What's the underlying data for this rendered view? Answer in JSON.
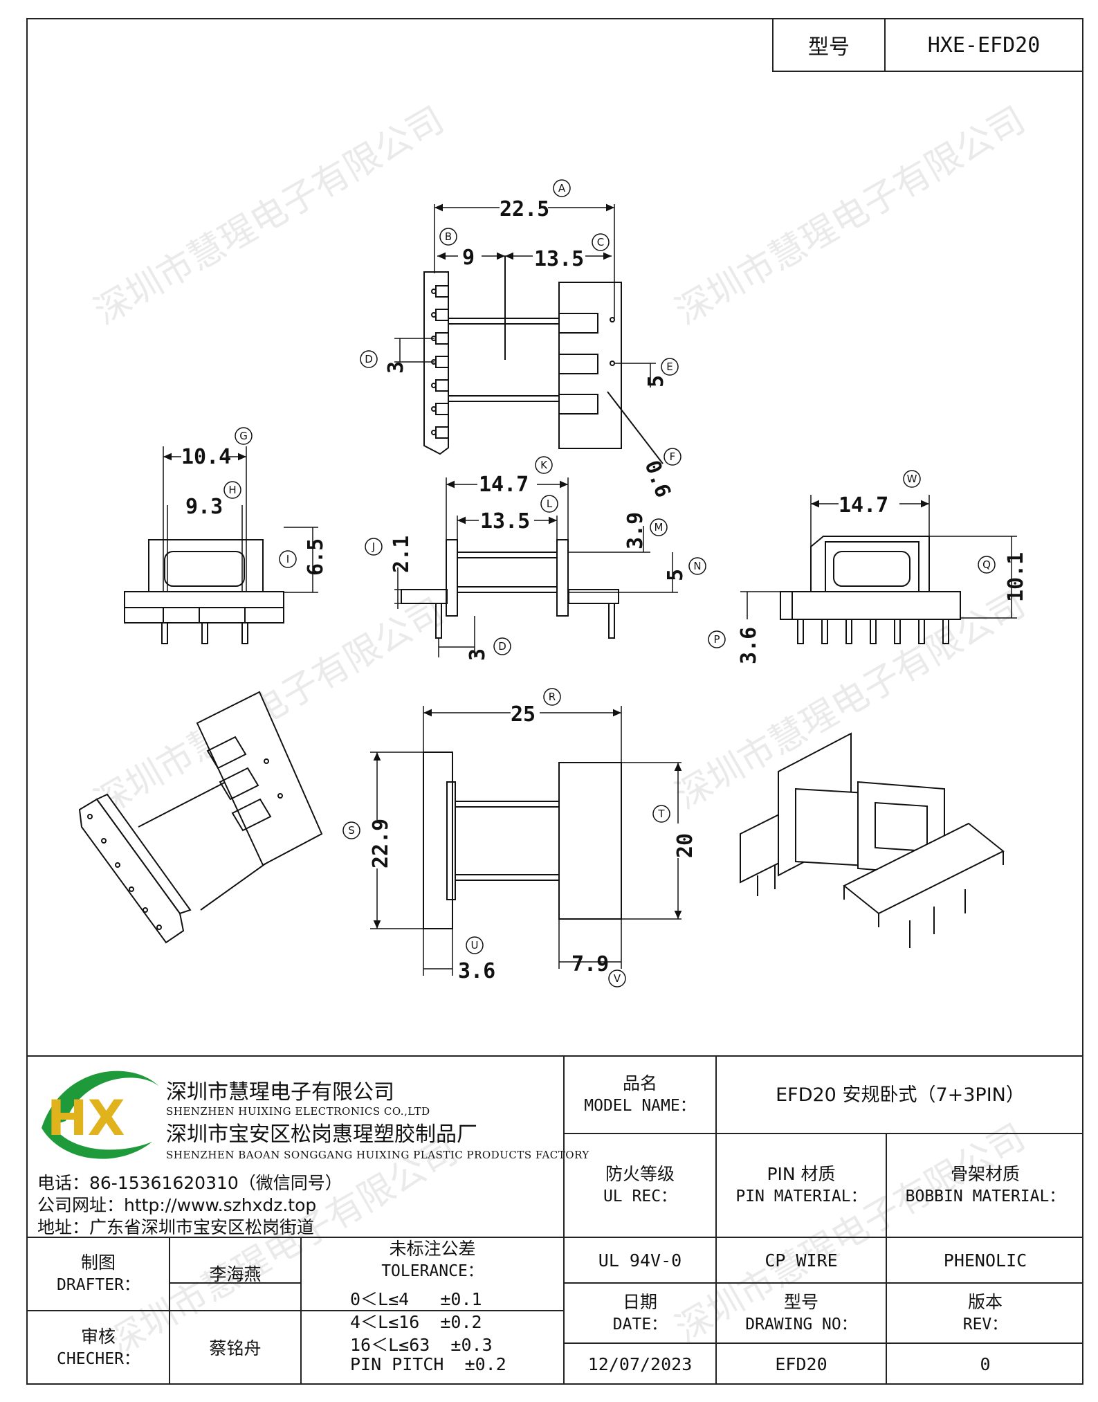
{
  "header": {
    "type_label": "型号",
    "type_value": "HXE-EFD20"
  },
  "watermark": "深圳市慧瑆电子有限公司",
  "dimensions": {
    "A": "22.5",
    "B": "9",
    "C": "13.5",
    "D": "3",
    "E": "5",
    "F": "0.6",
    "G": "10.4",
    "H": "9.3",
    "I": "6.5",
    "J": "2.1",
    "K": "14.7",
    "L": "13.5",
    "M": "3.9",
    "N": "5",
    "D2": "3",
    "W": "14.7",
    "Q": "10.1",
    "P": "3.6",
    "R": "25",
    "S": "22.9",
    "T": "20",
    "U": "3.6",
    "V": "7.9"
  },
  "bubbles": [
    "A",
    "B",
    "C",
    "D",
    "E",
    "F",
    "G",
    "H",
    "I",
    "J",
    "K",
    "L",
    "M",
    "N",
    "D",
    "W",
    "Q",
    "P",
    "R",
    "S",
    "T",
    "U",
    "V"
  ],
  "company": {
    "name_cn": "深圳市慧瑆电子有限公司",
    "name_en": "SHENZHEN HUIXING ELECTRONICS CO.,LTD",
    "factory_cn": "深圳市宝安区松岗惠瑆塑胶制品厂",
    "factory_en": "SHENZHEN BAOAN SONGGANG HUIXING PLASTIC PRODUCTS FACTORY",
    "phone": "电话：86-15361620310（微信同号）",
    "website": "公司网址：http://www.szhxdz.top",
    "address": "地址：广东省深圳市宝安区松岗街道",
    "logo_text": "HX",
    "logo_colors": {
      "green": "#1f9a3a",
      "yellow": "#e0b21c",
      "light": "#8cc63f"
    }
  },
  "title_block": {
    "model_name_cn": "品名",
    "model_name_en": "MODEL NAME：",
    "model_name_value": "EFD20 安规卧式（7+3PIN）",
    "ul_cn": "防火等级",
    "ul_en": "UL REC：",
    "pin_mat_cn": "PIN 材质",
    "pin_mat_en": "PIN MATERIAL：",
    "bobbin_mat_cn": "骨架材质",
    "bobbin_mat_en": "BOBBIN MATERIAL：",
    "ul_value": "UL 94V-0",
    "pin_mat_value": "CP WIRE",
    "bobbin_mat_value": "PHENOLIC",
    "date_cn": "日期",
    "date_en": "DATE：",
    "drawing_no_cn": "型号",
    "drawing_no_en": "DRAWING NO：",
    "rev_cn": "版本",
    "rev_en": "REV：",
    "date_value": "12/07/2023",
    "drawing_no_value": "EFD20",
    "rev_value": "0",
    "drafter_cn": "制图",
    "drafter_en": "DRAFTER：",
    "drafter_value": "李海燕",
    "checker_cn": "审核",
    "checker_en": "CHECHER：",
    "checker_value": "蔡铭舟",
    "tolerance_cn": "未标注公差",
    "tolerance_en": "TOLERANCE：",
    "tolerance_lines": [
      "0＜L≤4   ±0.1",
      "4＜L≤16  ±0.2",
      "16＜L≤63  ±0.3",
      "PIN PITCH  ±0.2"
    ]
  }
}
